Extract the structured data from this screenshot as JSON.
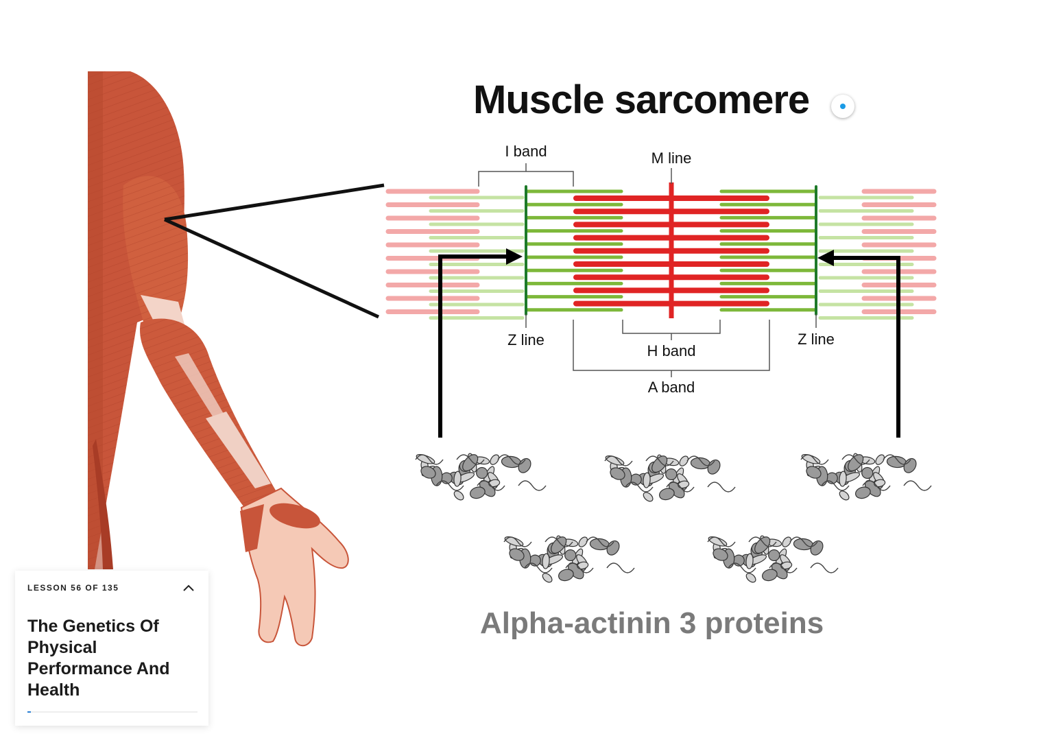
{
  "diagram": {
    "title": "Muscle sarcomere",
    "labels": {
      "i_band": "I band",
      "m_line": "M line",
      "z_line_left": "Z line",
      "z_line_right": "Z line",
      "h_band": "H band",
      "a_band": "A band"
    },
    "caption": "Alpha-actinin 3 proteins"
  },
  "lesson": {
    "counter": "LESSON 56 OF 135",
    "title": "The Genetics Of Physical Performance And Health",
    "progress_fraction": 0.02
  },
  "colors": {
    "muscle": "#c8553a",
    "thick_filament": "#e02424",
    "thin_filament": "#7db83a",
    "z_line": "#1e7a2a",
    "caption_gray": "#7a7a7a",
    "accent": "#1a9be6"
  },
  "icons": [
    "arm-muscle-illustration",
    "protein-structure-icon",
    "chevron-up-icon",
    "cursor-dot-icon"
  ]
}
